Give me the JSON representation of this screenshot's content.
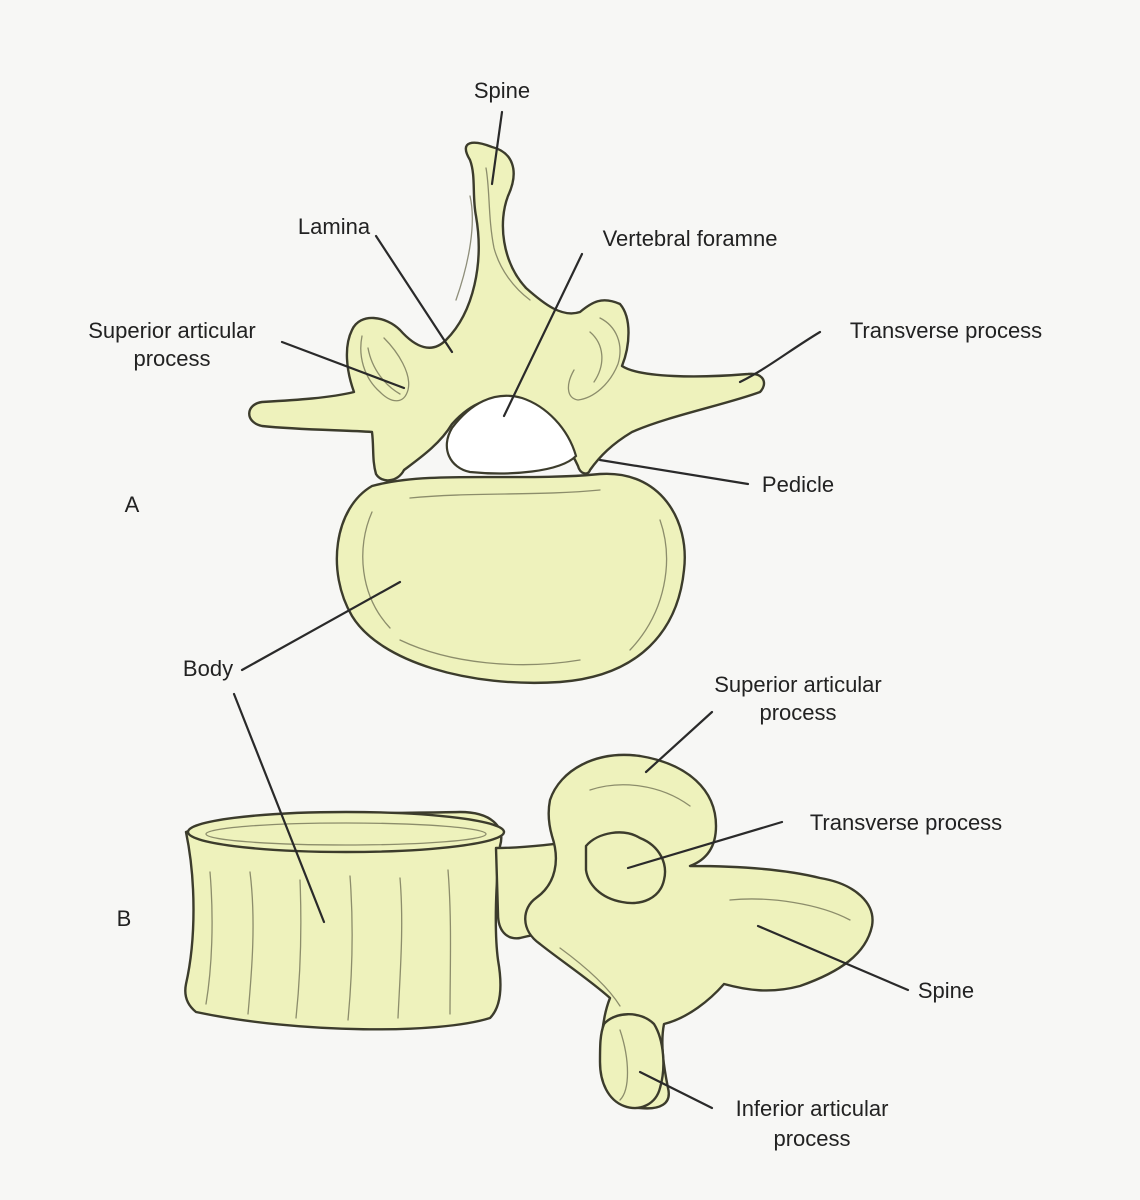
{
  "colors": {
    "bone": "#eef2bc",
    "outline": "#3c3c2c",
    "background": "#f7f7f5"
  },
  "views": {
    "a": "A",
    "b": "B"
  },
  "labels": {
    "a_spine": "Spine",
    "a_lamina": "Lamina",
    "a_vertebral_foramen": "Vertebral foramne",
    "a_superior_articular_1": "Superior articular",
    "a_superior_articular_2": "process",
    "a_transverse_process": "Transverse process",
    "a_pedicle": "Pedicle",
    "body": "Body",
    "b_superior_articular_1": "Superior articular",
    "b_superior_articular_2": "process",
    "b_transverse_process": "Transverse process",
    "b_spine": "Spine",
    "b_inferior_articular_1": "Inferior articular",
    "b_inferior_articular_2": "process"
  }
}
